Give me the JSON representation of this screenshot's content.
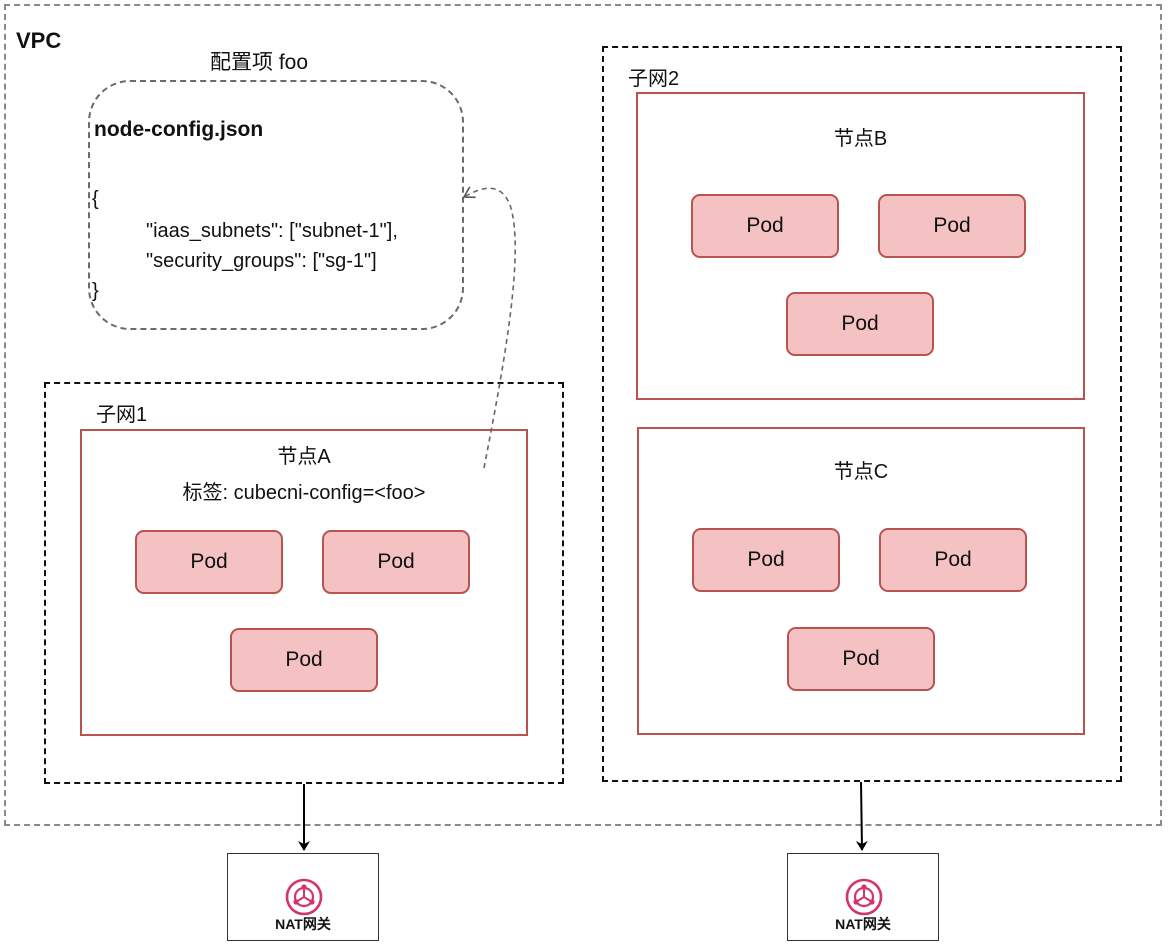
{
  "vpc": {
    "label": "VPC"
  },
  "config": {
    "title": "配置项 foo",
    "filename": "node-config.json",
    "lines": [
      "{",
      "\"iaas_subnets\": [\"subnet-1\"],",
      "\"security_groups\": [\"sg-1\"]",
      "}"
    ]
  },
  "subnet1": {
    "label": "子网1",
    "node": {
      "name": "节点A",
      "tag": "标签: cubecni-config=<foo>",
      "pods": [
        "Pod",
        "Pod",
        "Pod"
      ]
    }
  },
  "subnet2": {
    "label": "子网2",
    "nodes": [
      {
        "name": "节点B",
        "pods": [
          "Pod",
          "Pod",
          "Pod"
        ]
      },
      {
        "name": "节点C",
        "pods": [
          "Pod",
          "Pod",
          "Pod"
        ]
      }
    ]
  },
  "nat_gateways": [
    {
      "label": "NAT网关",
      "icon": "nat-gateway-icon"
    },
    {
      "label": "NAT网关",
      "icon": "nat-gateway-icon"
    }
  ],
  "colors": {
    "pod_fill": "#f4c2c2",
    "node_border": "#b85450",
    "nat_icon": "#d6336c"
  }
}
